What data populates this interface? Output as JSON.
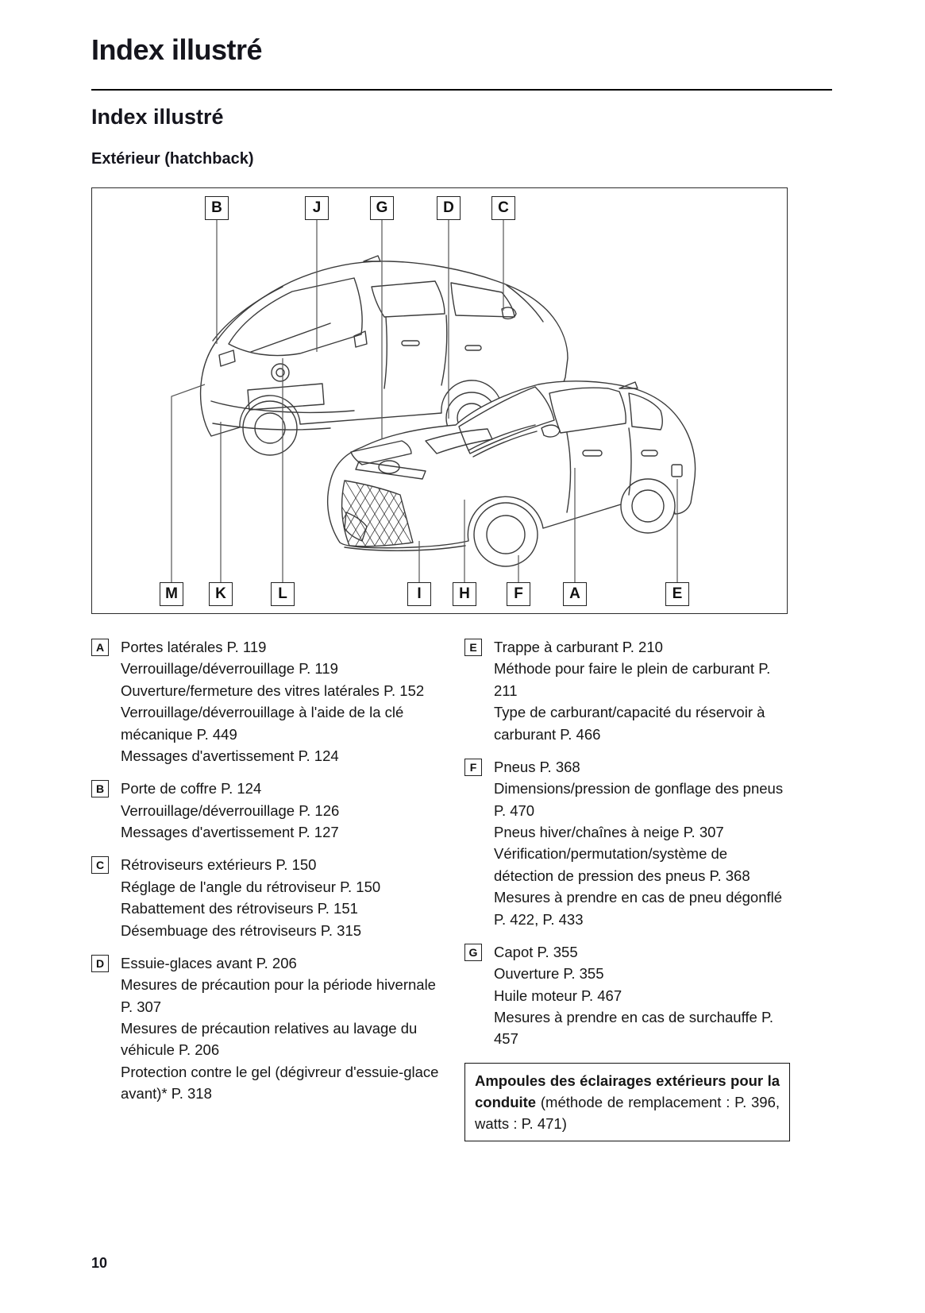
{
  "header": {
    "title": "Index illustré"
  },
  "section": {
    "title": "Index illustré",
    "subtitle": "Extérieur (hatchback)"
  },
  "figure": {
    "top_labels": [
      "B",
      "J",
      "G",
      "D",
      "C"
    ],
    "bottom_labels": [
      "M",
      "K",
      "L",
      "I",
      "H",
      "F",
      "A",
      "E"
    ]
  },
  "entries": {
    "left": [
      {
        "key": "A",
        "lines": [
          "Portes latérales P. 119",
          "Verrouillage/déverrouillage P. 119",
          "Ouverture/fermeture des vitres latérales P. 152",
          "Verrouillage/déverrouillage à l'aide de la clé mécanique P. 449",
          "Messages d'avertissement P. 124"
        ]
      },
      {
        "key": "B",
        "lines": [
          "Porte de coffre P. 124",
          "Verrouillage/déverrouillage P. 126",
          "Messages d'avertissement P. 127"
        ]
      },
      {
        "key": "C",
        "lines": [
          "Rétroviseurs extérieurs P. 150",
          "Réglage de l'angle du rétroviseur P. 150",
          "Rabattement des rétroviseurs P. 151",
          "Désembuage des rétroviseurs P. 315"
        ]
      },
      {
        "key": "D",
        "lines": [
          "Essuie-glaces avant P. 206",
          "Mesures de précaution pour la période hivernale P. 307",
          "Mesures de précaution relatives au lavage du véhicule P. 206",
          "Protection contre le gel (dégivreur d'essuie-glace avant)* P. 318"
        ]
      }
    ],
    "right": [
      {
        "key": "E",
        "lines": [
          "Trappe à carburant P. 210",
          "Méthode pour faire le plein de carburant P. 211",
          "Type de carburant/capacité du réservoir à carburant P. 466"
        ]
      },
      {
        "key": "F",
        "lines": [
          "Pneus P. 368",
          "Dimensions/pression de gonflage des pneus P. 470",
          "Pneus hiver/chaînes à neige P. 307",
          "Vérification/permutation/système de détection de pression des pneus P. 368",
          "Mesures à prendre en cas de pneu dégonflé P. 422, P. 433"
        ]
      },
      {
        "key": "G",
        "lines": [
          "Capot P. 355",
          "Ouverture P. 355",
          "Huile moteur P. 467",
          "Mesures à prendre en cas de surchauffe P. 457"
        ]
      }
    ]
  },
  "note": {
    "bold": "Ampoules des éclairages extérieurs pour la conduite",
    "rest": "(méthode de remplacement : P. 396, watts : P. 471)"
  },
  "footer": {
    "page_number": "10"
  }
}
